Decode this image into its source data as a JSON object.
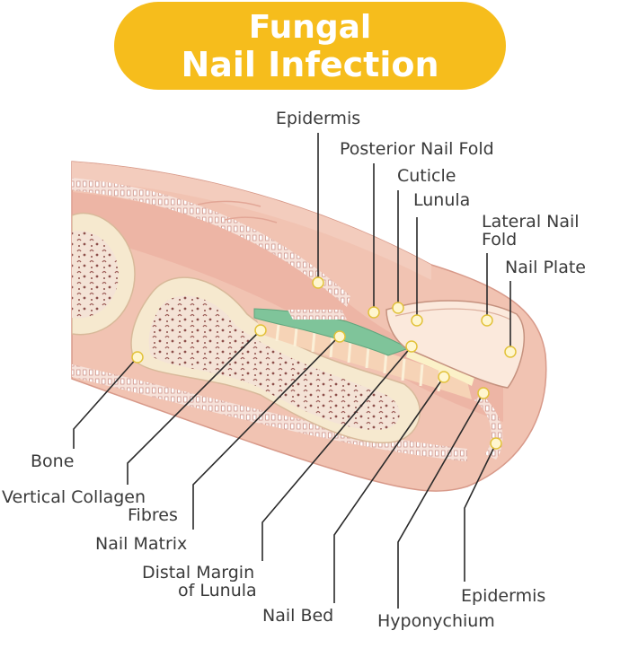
{
  "title": {
    "line1": "Fungal",
    "line2": "Nail Infection"
  },
  "labels": {
    "epidermis_top": "Epidermis",
    "posterior_nail_fold": "Posterior Nail Fold",
    "cuticle": "Cuticle",
    "lunula": "Lunula",
    "lateral_nail_fold_1": "Lateral Nail",
    "lateral_nail_fold_2": "Fold",
    "nail_plate": "Nail Plate",
    "bone": "Bone",
    "vertical_collagen_1": "Vertical Collagen",
    "vertical_collagen_2": "Fibres",
    "nail_matrix": "Nail Matrix",
    "distal_margin_1": "Distal Margin",
    "distal_margin_2": "of Lunula",
    "nail_bed": "Nail Bed",
    "hyponychium": "Hyponychium",
    "epidermis_bottom": "Epidermis"
  },
  "colors": {
    "title_bg": "#f6bd1c",
    "skin": "#f1c3b2",
    "dermis": "#e9a99a",
    "bone": "#f6e9cf",
    "marrow": "#c08a84",
    "matrix": "#7fc49a",
    "nail": "#fbe9dc"
  }
}
